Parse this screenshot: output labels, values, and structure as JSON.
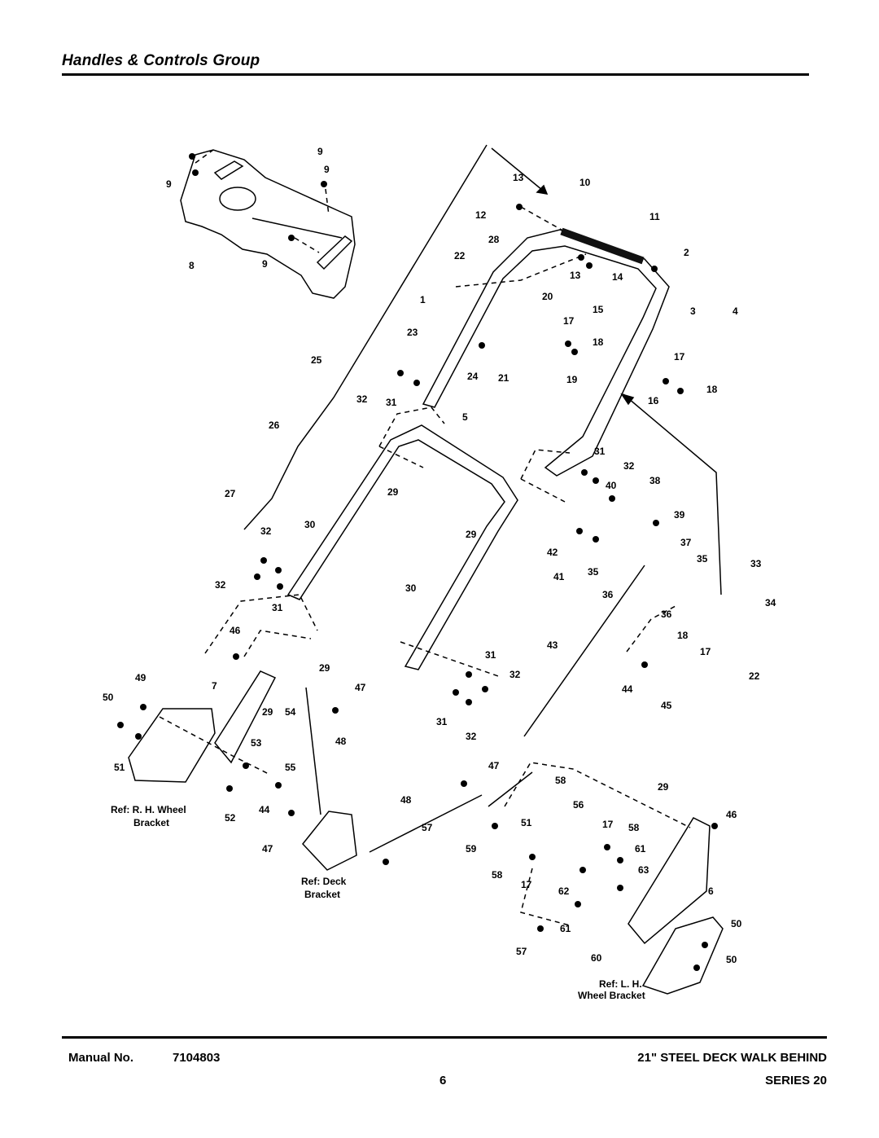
{
  "header": {
    "title": "Handles & Controls Group"
  },
  "footer": {
    "manual_label": "Manual No.",
    "manual_number": "7104803",
    "page_number": "6",
    "product_line1": "21\" STEEL DECK WALK BEHIND",
    "product_line2": "SERIES 20"
  },
  "references": {
    "rh_wheel_1": "Ref: R. H. Wheel",
    "rh_wheel_2": "Bracket",
    "deck_1": "Ref: Deck",
    "deck_2": "Bracket",
    "lh_wheel_1": "Ref: L. H.",
    "lh_wheel_2": "Wheel Bracket"
  },
  "callouts": [
    "9",
    "9",
    "9",
    "8",
    "9",
    "13",
    "10",
    "12",
    "11",
    "28",
    "22",
    "2",
    "13",
    "14",
    "1",
    "20",
    "15",
    "3",
    "4",
    "23",
    "17",
    "18",
    "25",
    "24",
    "21",
    "17",
    "18",
    "19",
    "16",
    "32",
    "31",
    "26",
    "5",
    "29",
    "31",
    "32",
    "38",
    "40",
    "27",
    "39",
    "30",
    "29",
    "37",
    "32",
    "42",
    "35",
    "33",
    "41",
    "35",
    "36",
    "34",
    "32",
    "31",
    "36",
    "30",
    "18",
    "17",
    "22",
    "46",
    "43",
    "29",
    "31",
    "32",
    "44",
    "45",
    "49",
    "7",
    "47",
    "50",
    "29",
    "54",
    "31",
    "32",
    "48",
    "53",
    "55",
    "51",
    "44",
    "52",
    "47",
    "47",
    "58",
    "29",
    "48",
    "56",
    "46",
    "57",
    "51",
    "17",
    "58",
    "59",
    "61",
    "58",
    "17",
    "63",
    "62",
    "6",
    "50",
    "61",
    "57",
    "60",
    "50"
  ],
  "colors": {
    "ink": "#000000",
    "part_fill": "#ffffff",
    "grip": "#111111"
  }
}
